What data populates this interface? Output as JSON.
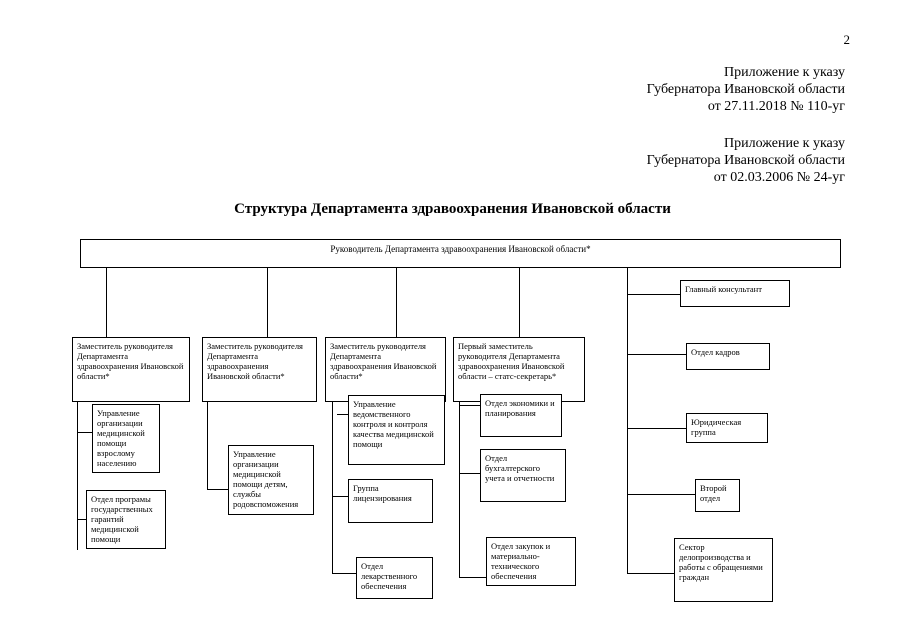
{
  "page_number": "2",
  "appendix_1": {
    "line1": "Приложение к указу",
    "line2": "Губернатора Ивановской области",
    "line3": "от 27.11.2018 № 110-уг"
  },
  "appendix_2": {
    "line1": "Приложение к указу",
    "line2": "Губернатора Ивановской области",
    "line3": "от 02.03.2006 № 24-уг"
  },
  "title": "Структура Департамента здравоохранения Ивановской области",
  "chart": {
    "head": "Руководитель Департамента здравоохранения Ивановской области*",
    "deputies": [
      "Заместитель руководителя Департамента здравоохранения Ивановской области*",
      "Заместитель руководителя Департамента здравоохранения Ивановской области*",
      "Заместитель руководителя Департамента здравоохранения Ивановской области*",
      "Первый заместитель руководителя Департамента здравоохранения Ивановской области – статс-секретарь*"
    ],
    "dep1_units": [
      "Управление организации медицинской помощи взрослому населению",
      "Отдел програмы государственных гарантий медицинской помощи"
    ],
    "dep2_units": [
      "Управление организации медицинской помощи детям, службы родовспоможения"
    ],
    "dep3_units": [
      "Управление ведомственного контроля и контроля качества медицинской помощи",
      "Группа лицензирования",
      "Отдел лекарственного обеспечения"
    ],
    "dep4_units": [
      "Отдел экономики и планирования",
      "Отдел бухгалтерского учета и отчетности",
      "Отдел закупок и материально-технического обеспечения"
    ],
    "direct_units": [
      "Главный консультант",
      "Отдел кадров",
      "Юридическая группа",
      "Второй отдел",
      "Сектор делопроизводства и работы с обращениями граждан"
    ]
  }
}
